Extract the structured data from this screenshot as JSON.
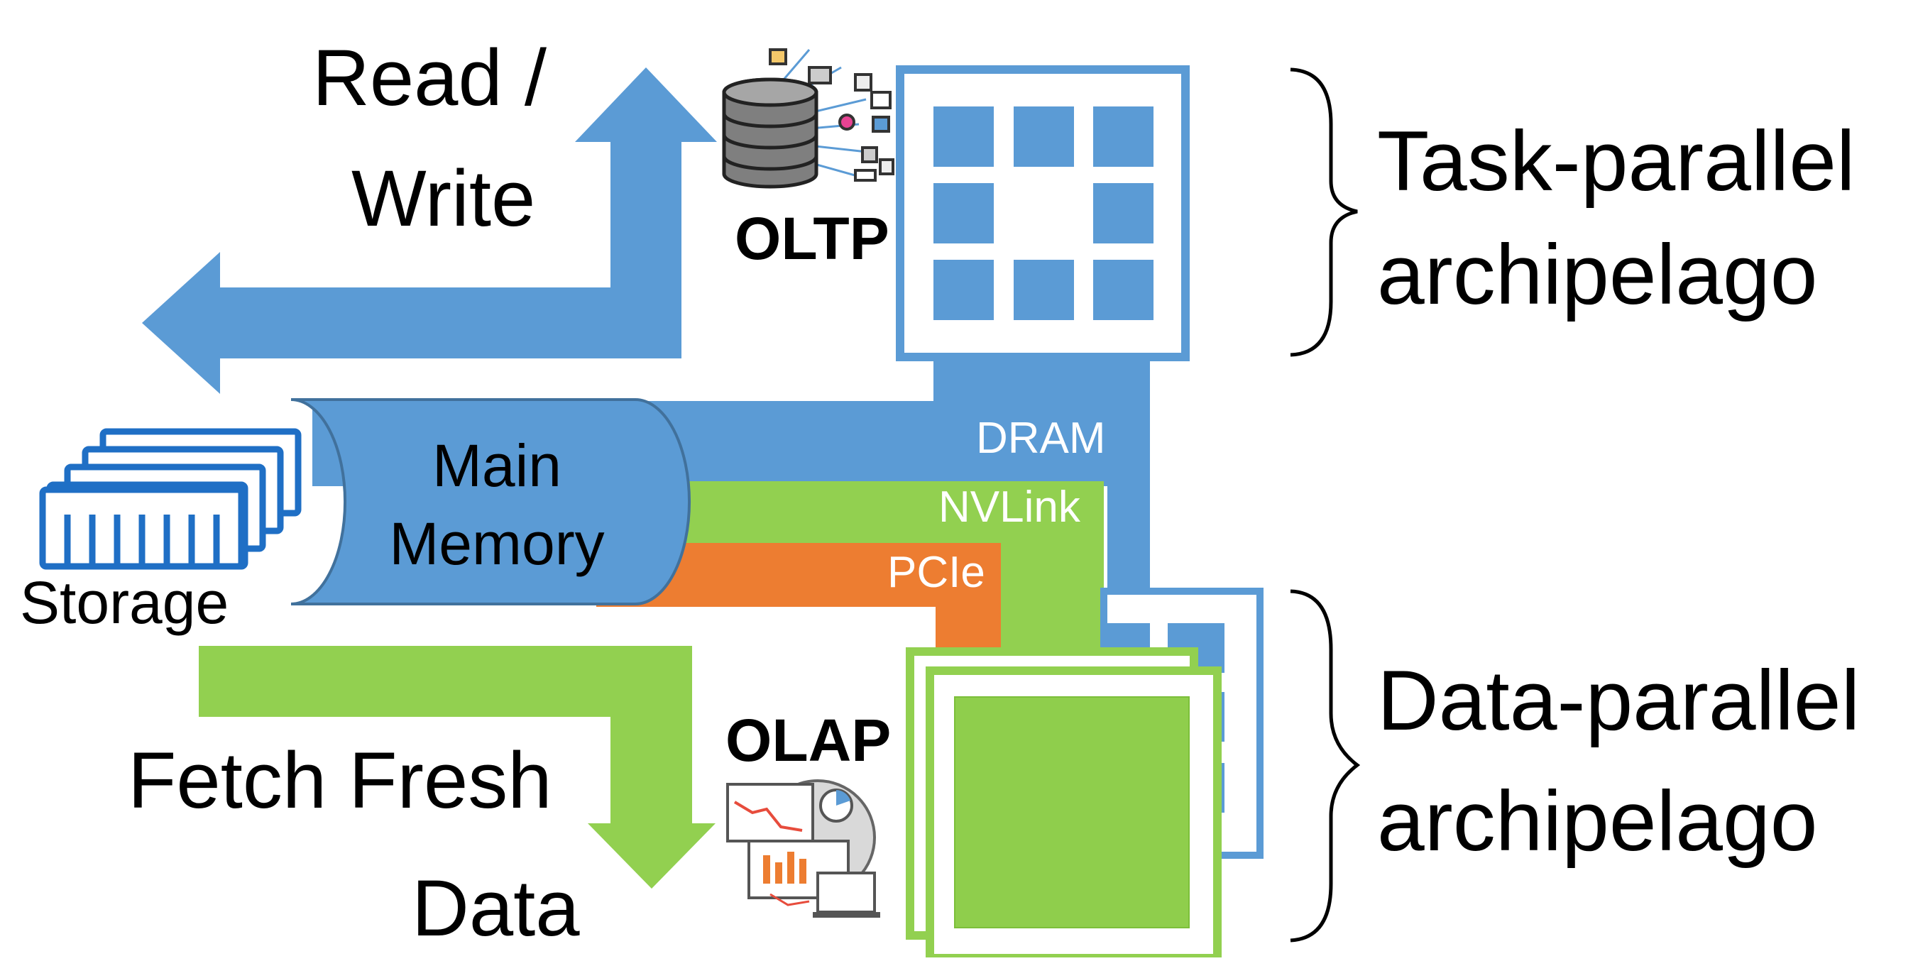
{
  "colors": {
    "blue": "#5b9bd5",
    "blue_dark": "#2e75b6",
    "green": "#92d050",
    "green_dark": "#70ad47",
    "orange": "#ed7d31",
    "white": "#ffffff",
    "black": "#000000"
  },
  "labels": {
    "read_write_line1": "Read /",
    "read_write_line2": "Write",
    "oltp": "OLTP",
    "olap": "OLAP",
    "main_memory_line1": "Main",
    "main_memory_line2": "Memory",
    "storage": "Storage",
    "fetch_line1": "Fetch Fresh",
    "fetch_line2": "Data",
    "dram": "DRAM",
    "nvlink": "NVLink",
    "pcie": "PCIe",
    "task_parallel_line1": "Task-parallel",
    "task_parallel_line2": "archipelago",
    "data_parallel_line1": "Data-parallel",
    "data_parallel_line2": "archipelago"
  },
  "icons": {
    "oltp": "database-cylinder-icon",
    "olap": "analytics-dashboard-icon",
    "storage": "storage-disk-stack-icon",
    "cpu": "cpu-cores-grid-icon",
    "gpu": "gpu-chip-stack-icon"
  }
}
